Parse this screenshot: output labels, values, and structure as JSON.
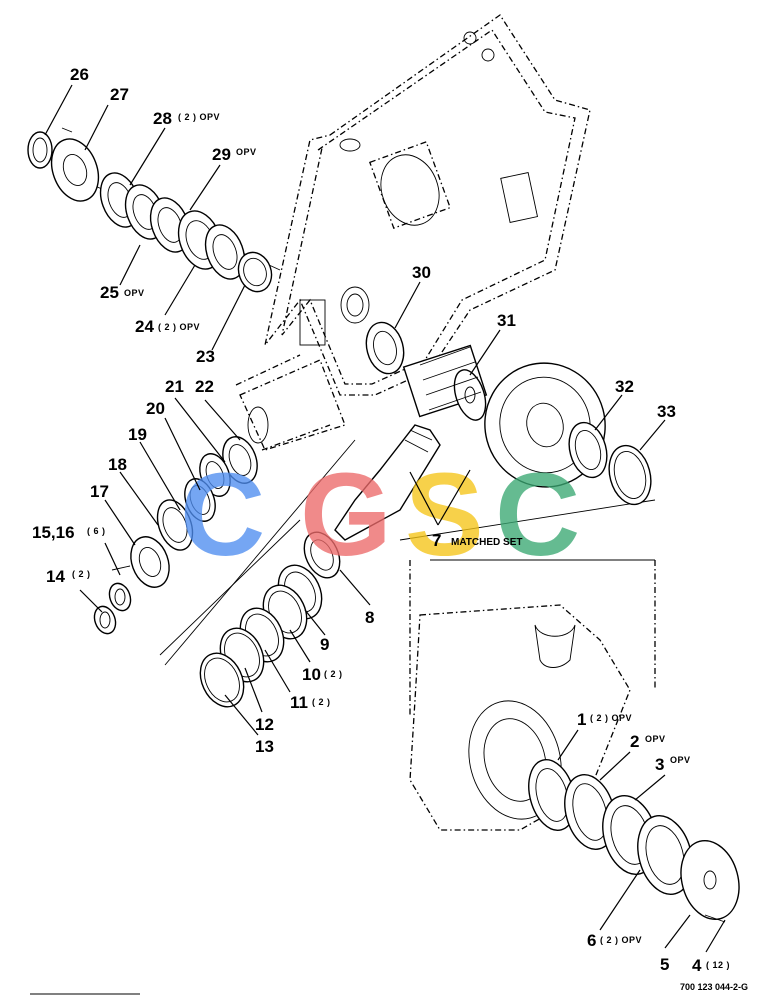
{
  "diagram": {
    "callouts": [
      {
        "id": "c1",
        "label": "1",
        "sub": "( 2 ) OPV"
      },
      {
        "id": "c2",
        "label": "2",
        "sub": "OPV"
      },
      {
        "id": "c3",
        "label": "3",
        "sub": "OPV"
      },
      {
        "id": "c4",
        "label": "4",
        "sub": "( 12 )"
      },
      {
        "id": "c5",
        "label": "5",
        "sub": ""
      },
      {
        "id": "c6",
        "label": "6",
        "sub": "( 2 ) OPV"
      },
      {
        "id": "c7",
        "label": "7",
        "sub": "MATCHED SET"
      },
      {
        "id": "c8",
        "label": "8",
        "sub": ""
      },
      {
        "id": "c9",
        "label": "9",
        "sub": ""
      },
      {
        "id": "c10",
        "label": "10",
        "sub": "( 2 )"
      },
      {
        "id": "c11",
        "label": "11",
        "sub": "( 2 )"
      },
      {
        "id": "c12",
        "label": "12",
        "sub": ""
      },
      {
        "id": "c13",
        "label": "13",
        "sub": ""
      },
      {
        "id": "c14",
        "label": "14",
        "sub": "( 2 )"
      },
      {
        "id": "c15",
        "label": "15,16",
        "sub": "( 6 )"
      },
      {
        "id": "c17",
        "label": "17",
        "sub": ""
      },
      {
        "id": "c18",
        "label": "18",
        "sub": ""
      },
      {
        "id": "c19",
        "label": "19",
        "sub": ""
      },
      {
        "id": "c20",
        "label": "20",
        "sub": ""
      },
      {
        "id": "c21",
        "label": "21",
        "sub": ""
      },
      {
        "id": "c22",
        "label": "22",
        "sub": ""
      },
      {
        "id": "c23",
        "label": "23",
        "sub": ""
      },
      {
        "id": "c24",
        "label": "24",
        "sub": "( 2 ) OPV"
      },
      {
        "id": "c25",
        "label": "25",
        "sub": "OPV"
      },
      {
        "id": "c26",
        "label": "26",
        "sub": ""
      },
      {
        "id": "c27",
        "label": "27",
        "sub": ""
      },
      {
        "id": "c28",
        "label": "28",
        "sub": "( 2 ) OPV"
      },
      {
        "id": "c29",
        "label": "29",
        "sub": "OPV"
      },
      {
        "id": "c30",
        "label": "30",
        "sub": ""
      },
      {
        "id": "c31",
        "label": "31",
        "sub": ""
      },
      {
        "id": "c32",
        "label": "32",
        "sub": ""
      },
      {
        "id": "c33",
        "label": "33",
        "sub": ""
      }
    ],
    "document_number": "700 123 044-2-G"
  },
  "watermark": {
    "letters": [
      "C",
      "G",
      "S",
      "C"
    ],
    "colors": [
      "#4f8ef0",
      "#ec6a6a",
      "#f5c518",
      "#3aa873"
    ]
  }
}
